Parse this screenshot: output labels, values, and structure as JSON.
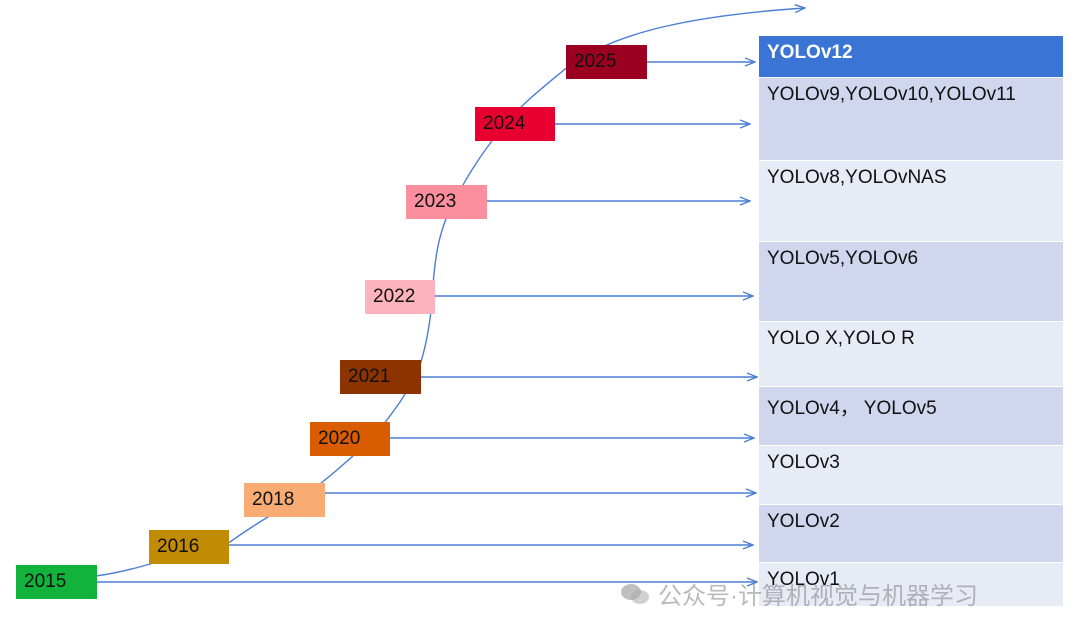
{
  "years": [
    {
      "label": "2015",
      "color": "#12b33c"
    },
    {
      "label": "2016",
      "color": "#c18b03"
    },
    {
      "label": "2018",
      "color": "#f8ac74"
    },
    {
      "label": "2020",
      "color": "#da5c00"
    },
    {
      "label": "2021",
      "color": "#8c3300"
    },
    {
      "label": "2022",
      "color": "#fdb3bd"
    },
    {
      "label": "2023",
      "color": "#fb8f9d"
    },
    {
      "label": "2024",
      "color": "#e7002f"
    },
    {
      "label": "2025",
      "color": "#9c0020"
    }
  ],
  "versions": [
    {
      "label": "YOLOv12"
    },
    {
      "label": "YOLOv9,YOLOv10,YOLOv11"
    },
    {
      "label": "YOLOv8,YOLOvNAS"
    },
    {
      "label": "YOLOv5,YOLOv6"
    },
    {
      "label": "YOLO X,YOLO R"
    },
    {
      "label": "YOLOv4， YOLOv5"
    },
    {
      "label": "YOLOv3"
    },
    {
      "label": "YOLOv2"
    },
    {
      "label": "YOLOv1"
    }
  ],
  "watermark": {
    "text": "公众号·计算机视觉与机器学习",
    "icon": "wechat-icon"
  },
  "colors": {
    "arrow": "#4a7fd4",
    "header": "#3a74d4",
    "row_a": "#cfd6ee",
    "row_b": "#e7ebf6"
  }
}
